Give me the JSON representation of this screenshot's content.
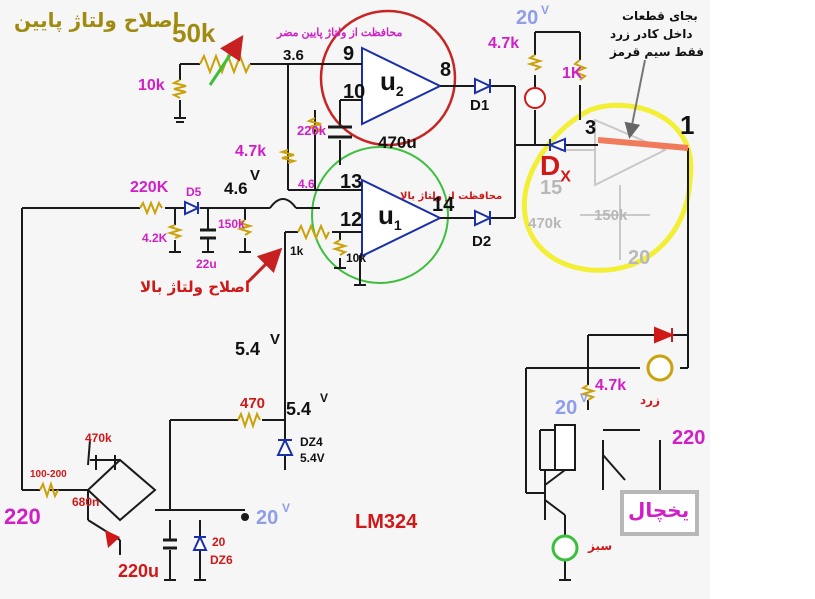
{
  "title_voltage_low": "اصلاح ولتاژ پایین",
  "pot_value": "50k",
  "resistors": {
    "r10k_top": "10k",
    "r4k7_left": "4.7k",
    "r220k_feedback": "220k",
    "r220k_input": "220K",
    "r4k2": "4.2K",
    "r150k": "150k",
    "r1k": "1k",
    "r10k_mid": "10k",
    "r470": "470",
    "r470k": "470k",
    "r100_200": "100-200",
    "r4k7_top": "4.7k",
    "r1k_top": "1K",
    "r4k7_yellow": "4.7k",
    "r470k_ghost": "470k",
    "r150k_ghost": "150k"
  },
  "capacitors": {
    "c470u": "470u",
    "c22u": "22u",
    "c680n": "680n",
    "c220u": "220u"
  },
  "voltages": {
    "v36": "3.6",
    "v46_left": "4.6",
    "v46_small": "4.6",
    "v54_mid": "5.4",
    "v54_zener": "5.4",
    "v20_top": "20",
    "v20_relay": "20",
    "v20_out": "20",
    "v220_in": "220",
    "v220_relay": "220",
    "v_unit": "V"
  },
  "diodes": {
    "d1": "D1",
    "d2": "D2",
    "d5": "D5",
    "dx": "D",
    "dx_sub": "X",
    "dz4": "DZ4",
    "dz4_v": "5.4V",
    "dz6": "DZ6",
    "dz6_v": "20"
  },
  "opamps": {
    "u2": "u",
    "u2_sub": "2",
    "u1": "u",
    "u1_sub": "1",
    "pin9": "9",
    "pin10": "10",
    "pin8": "8",
    "pin13": "13",
    "pin12": "12",
    "pin14": "14",
    "pin3": "3",
    "pin1": "1",
    "ghost15": "15",
    "ghost20": "20",
    "chip": "LM324"
  },
  "notes": {
    "protect_low": "محافظت از ولتاژ پایین مضر",
    "protect_high": "محافظت از ولتاژ بالا",
    "adjust_high": "اصلاح ولتاژ بالا",
    "replace_1": "بجای قطعات",
    "replace_2": "داخل کادر زرد",
    "replace_3": "فقط سیم قرمز",
    "led_yellow": "زرد",
    "led_green": "سبز",
    "fridge": "یخچال"
  },
  "colors": {
    "wire": "#1a1a1a",
    "wire_blue": "#1a2fa8",
    "resistor_gold": "#caa20a",
    "label_magenta": "#d11fc8",
    "label_red": "#d01818",
    "circle_red": "#c82424",
    "circle_green": "#3cbf3c",
    "highlight_yellow": "#f2ef36",
    "replacement_wire": "#f07a5a",
    "fridge_box": "#b8b8b8"
  }
}
